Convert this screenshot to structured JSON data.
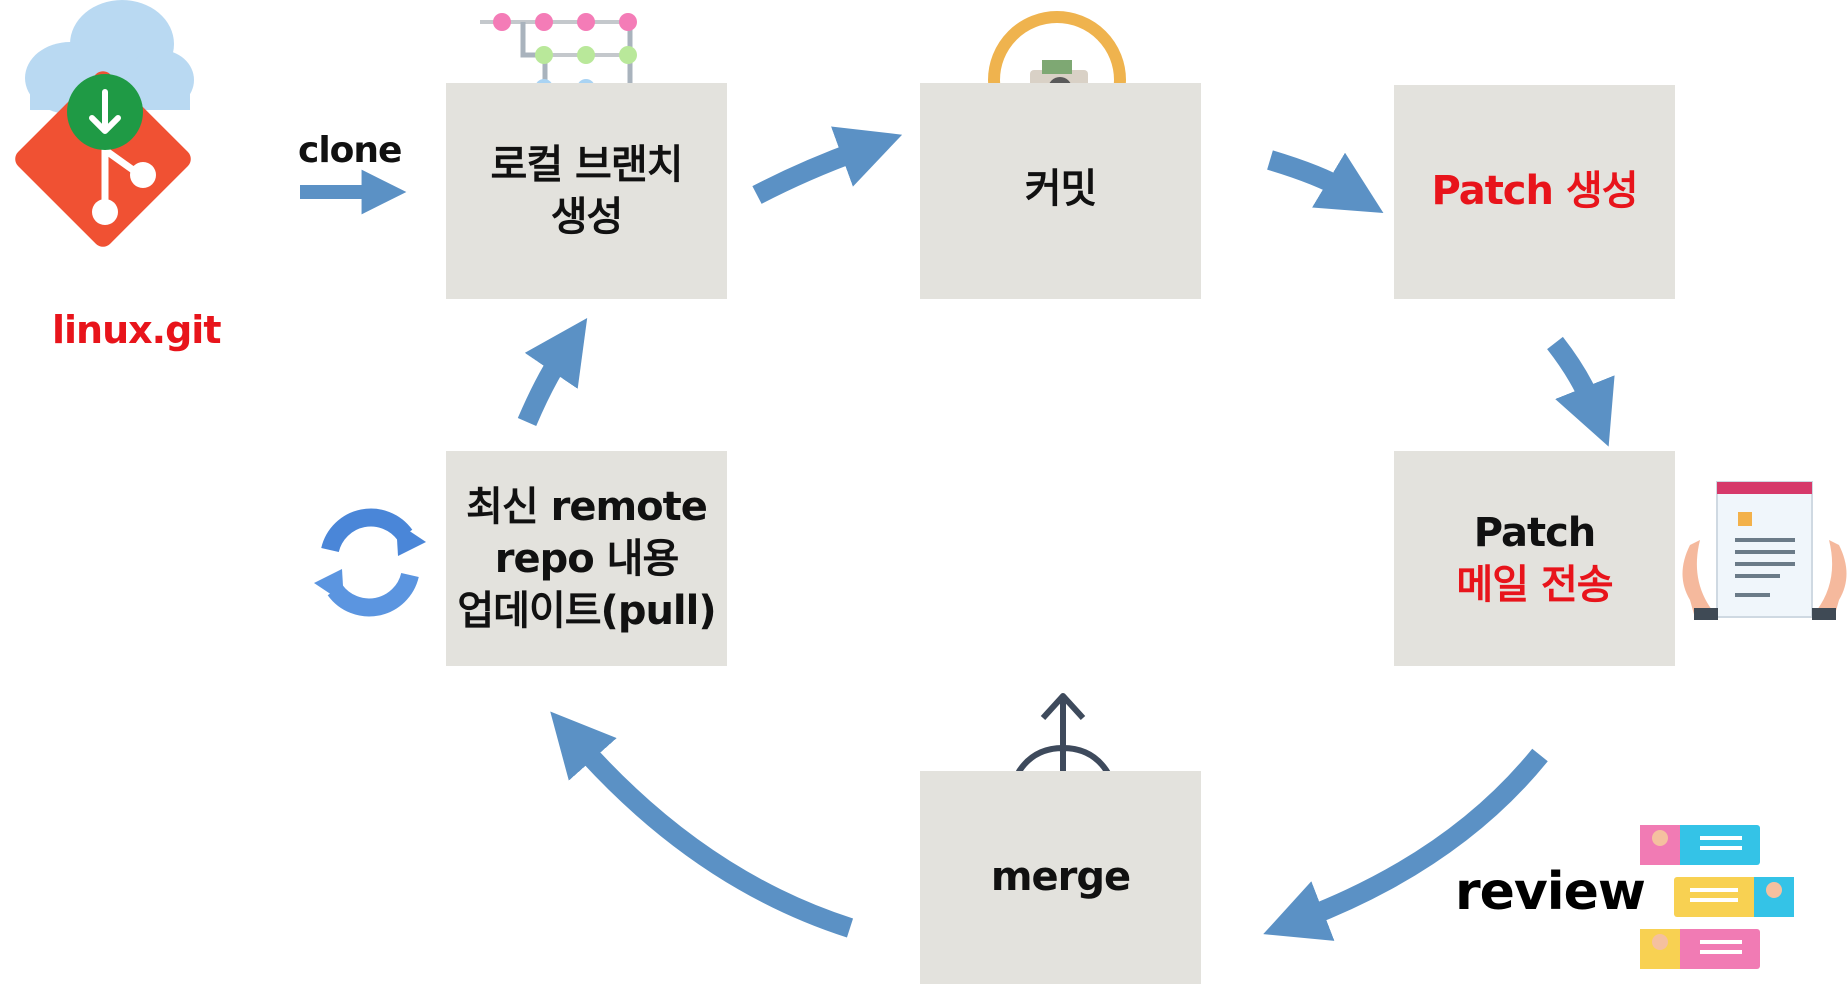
{
  "source": {
    "label": "linux.git",
    "icon": "git-cloud-download-icon"
  },
  "clone_label": "clone",
  "steps": {
    "branch": {
      "line1": "로컬 브랜치",
      "line2": "생성"
    },
    "commit": {
      "label": "커밋"
    },
    "patch_create": {
      "label": "Patch 생성"
    },
    "patch_mail": {
      "line1": "Patch",
      "line2": "메일 전송"
    },
    "merge": {
      "label": "merge"
    },
    "pull": {
      "line1": "최신 remote",
      "line2": "repo 내용",
      "line3": "업데이트(pull)"
    }
  },
  "review_label": "review",
  "colors": {
    "box": "#e3e2dd",
    "arrow": "#5b91c5",
    "accent_red": "#e8141b",
    "git_red": "#f05133",
    "cloud": "#b9d9f2"
  }
}
